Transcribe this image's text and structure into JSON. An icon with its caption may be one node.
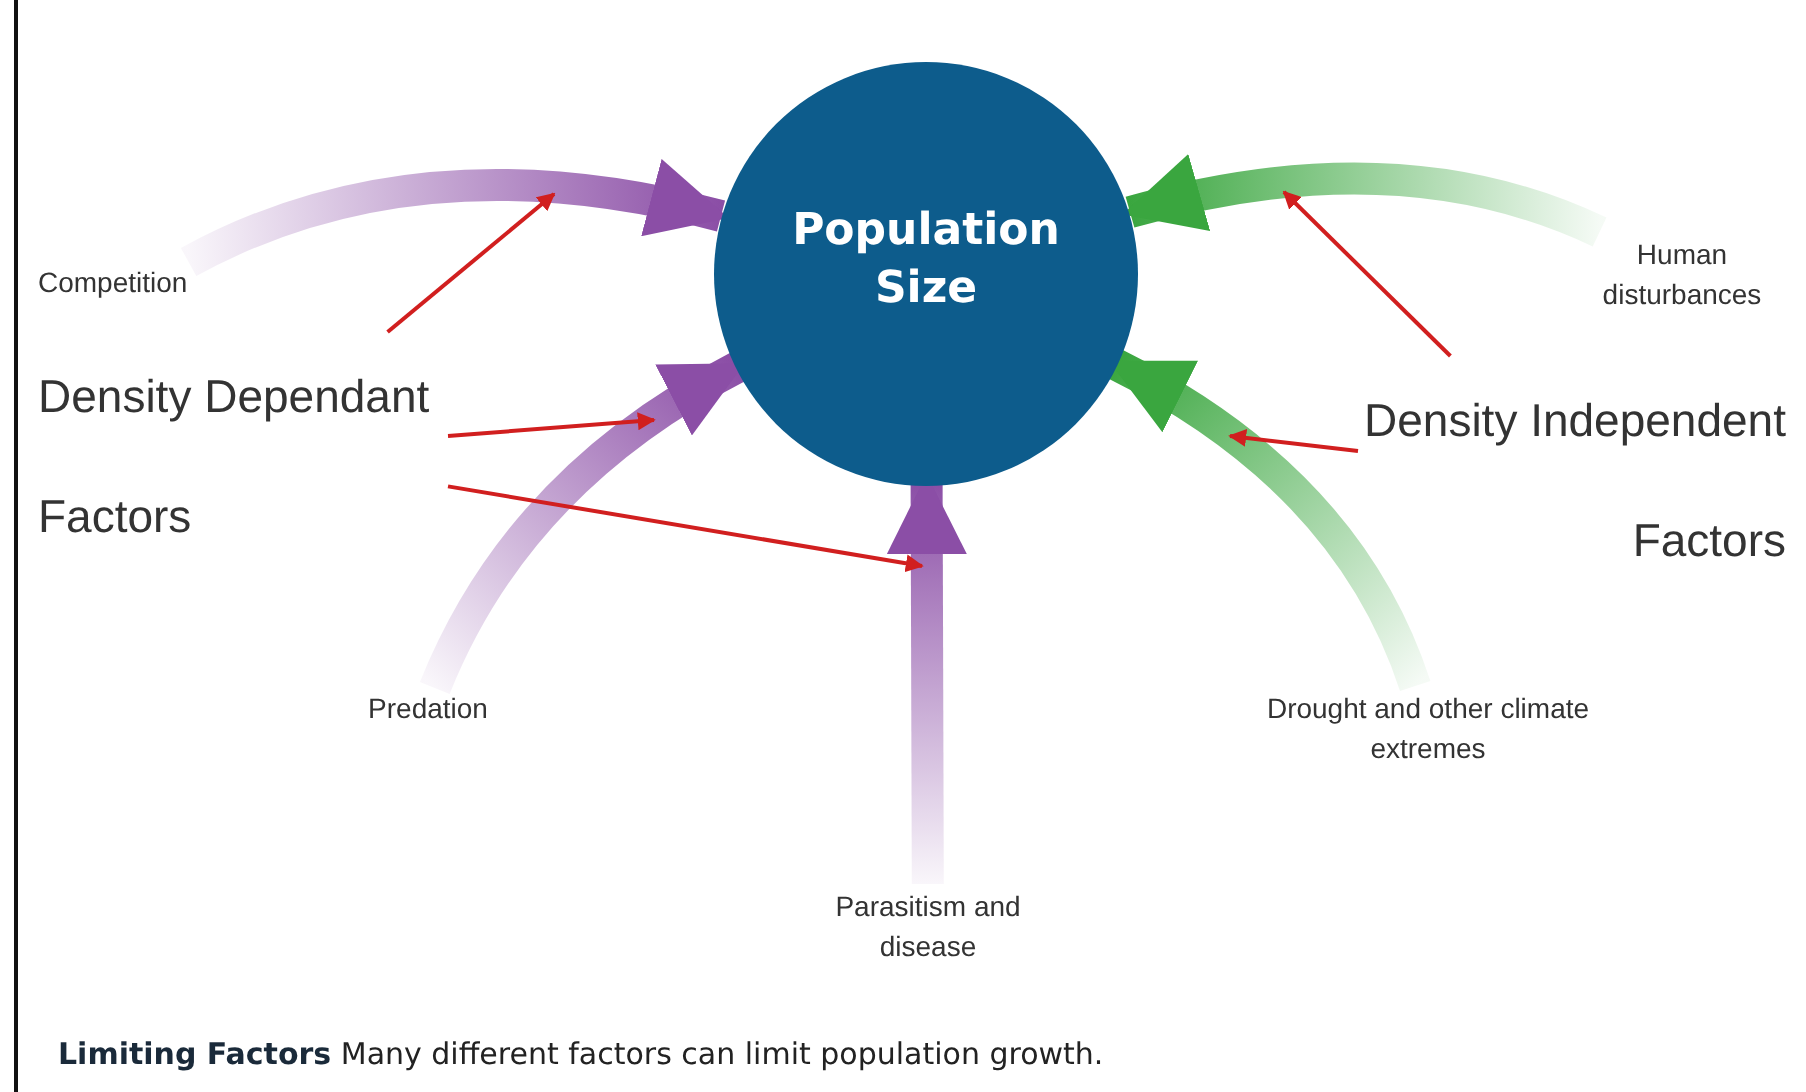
{
  "diagram": {
    "caption": "**Limiting Factors** Many different factors can limit population growth.",
    "nodes": [
      {
        "text": [
          "Population Size"
        ]
      },
      {
        "text": [
          "Competition"
        ]
      },
      {
        "text": [
          "Predation"
        ]
      },
      {
        "text": [
          "Parasitism and disease"
        ]
      },
      {
        "text": [
          "Human disturbances"
        ]
      },
      {
        "text": [
          "Drought and other climate extremes"
        ]
      },
      {
        "text": [
          "Density Dependant Factors"
        ]
      },
      {
        "text": [
          "Density Independent Factors"
        ]
      }
    ],
    "edges": [
      {
        "from": 1,
        "to": 0,
        "arrow": "to",
        "style": "thick",
        "color": "#8b4ea6"
      },
      {
        "from": 2,
        "to": 0,
        "arrow": "to",
        "style": "thick",
        "color": "#8b4ea6"
      },
      {
        "from": 3,
        "to": 0,
        "arrow": "to",
        "style": "thick",
        "color": "#8b4ea6"
      },
      {
        "from": 4,
        "to": 0,
        "arrow": "to",
        "style": "thick",
        "color": "#3aa63f"
      },
      {
        "from": 5,
        "to": 0,
        "arrow": "to",
        "style": "thick",
        "color": "#3aa63f"
      },
      {
        "from": 6,
        "to": null,
        "arrow": "to",
        "color": "#d11f1f"
      },
      {
        "from": 6,
        "to": null,
        "arrow": "to",
        "color": "#d11f1f"
      },
      {
        "from": 6,
        "to": null,
        "arrow": "to",
        "color": "#d11f1f"
      },
      {
        "from": 7,
        "to": null,
        "arrow": "to",
        "color": "#d11f1f"
      },
      {
        "from": 7,
        "to": null,
        "arrow": "to",
        "color": "#d11f1f"
      }
    ]
  }
}
